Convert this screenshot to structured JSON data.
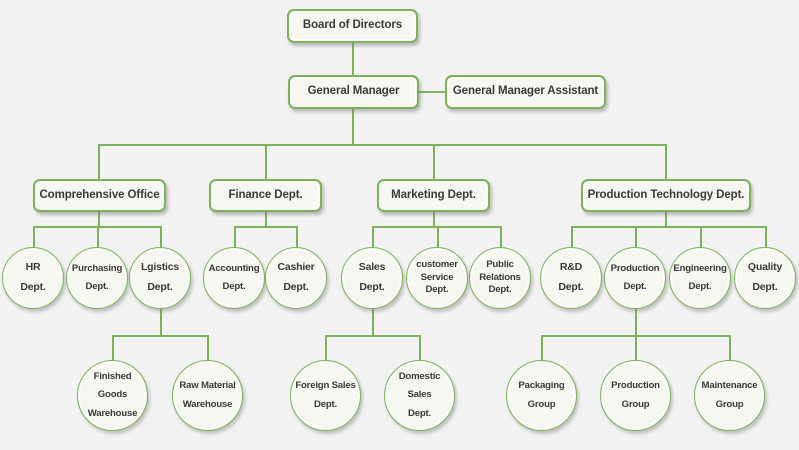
{
  "chart": {
    "type": "org-chart",
    "background_color": "#f2f2f2",
    "accent_color": "#7cb25c",
    "node_fill_color": "#f7f7f2",
    "text_color": "#3a3a3a",
    "title": "",
    "nodes": {
      "board": {
        "label": "Board of Directors"
      },
      "general_manager": {
        "label": "General Manager"
      },
      "gm_assistant": {
        "label": "General Manager Assistant"
      },
      "comprehensive_office": {
        "label": "Comprehensive Office"
      },
      "finance_dept": {
        "label": "Finance Dept."
      },
      "marketing_dept": {
        "label": "Marketing Dept."
      },
      "production_tech_dept": {
        "label": "Production Technology Dept."
      },
      "hr": {
        "line1": "HR",
        "line2": "Dept."
      },
      "purchasing": {
        "line1": "Purchasing",
        "line2": "Dept."
      },
      "logistics": {
        "line1": "Lgistics",
        "line2": "Dept."
      },
      "accounting": {
        "line1": "Accounting",
        "line2": "Dept."
      },
      "cashier": {
        "line1": "Cashier",
        "line2": "Dept."
      },
      "sales": {
        "line1": "Sales",
        "line2": "Dept."
      },
      "customer_service": {
        "line1": "customer",
        "line2": "Service",
        "line3": "Dept."
      },
      "public_relations": {
        "line1": "Public",
        "line2": "Relations",
        "line3": "Dept."
      },
      "rnd": {
        "line1": "R&D",
        "line2": "Dept."
      },
      "production": {
        "line1": "Production",
        "line2": "Dept."
      },
      "engineering": {
        "line1": "Engineering",
        "line2": "Dept."
      },
      "quality": {
        "line1": "Quality",
        "line2": "Dept."
      },
      "finished_goods_warehouse": {
        "line1": "Finished Goods",
        "line2": "Warehouse"
      },
      "raw_material_warehouse": {
        "line1": "Raw Material",
        "line2": "Warehouse"
      },
      "foreign_sales": {
        "line1": "Foreign Sales",
        "line2": "Dept."
      },
      "domestic_sales": {
        "line1": "Domestic Sales",
        "line2": "Dept."
      },
      "packaging_group": {
        "line1": "Packaging",
        "line2": "Group"
      },
      "production_group": {
        "line1": "Production",
        "line2": "Group"
      },
      "maintenance_group": {
        "line1": "Maintenance",
        "line2": "Group"
      }
    }
  }
}
